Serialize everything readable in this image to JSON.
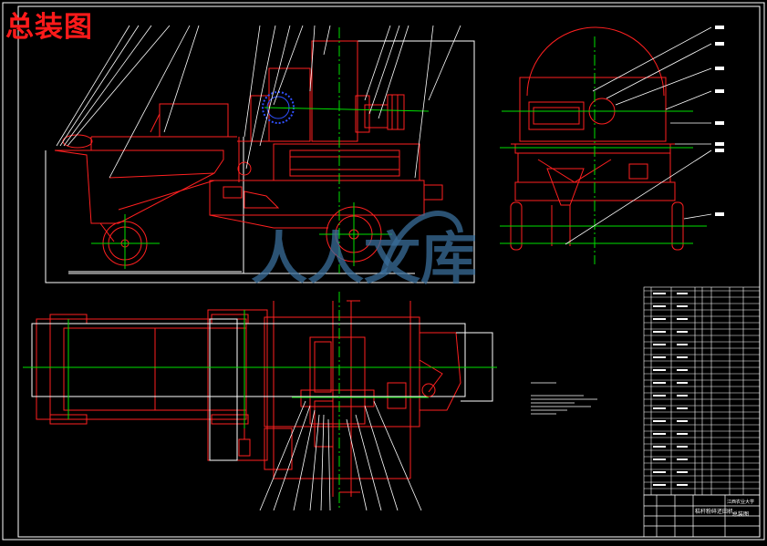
{
  "drawing": {
    "title": "总装图",
    "colors": {
      "background": "#000000",
      "frame": "#ffffff",
      "outline": "#ff2020",
      "center_line": "#00e000",
      "hatch_blue": "#3050ff",
      "yellow": "#e6e600",
      "watermark": "#3a6e9a"
    }
  },
  "watermark": {
    "text": "人人文库"
  },
  "title_block": {
    "school": "江西农业大学",
    "drawing_name": "总装图",
    "project": "秸秆粉碎还田机"
  }
}
